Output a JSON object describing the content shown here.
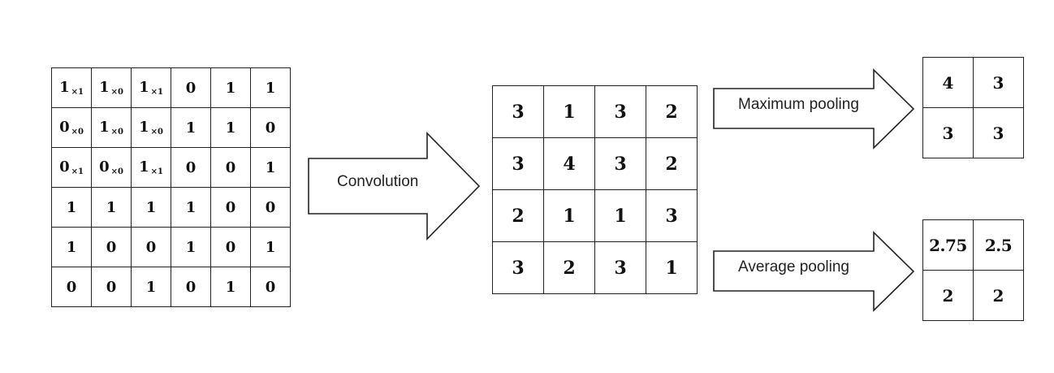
{
  "input_matrix": [
    [
      {
        "v": "1",
        "k": "×1"
      },
      {
        "v": "1",
        "k": "×0"
      },
      {
        "v": "1",
        "k": "×1"
      },
      {
        "v": "0"
      },
      {
        "v": "1"
      },
      {
        "v": "1"
      }
    ],
    [
      {
        "v": "0",
        "k": "×0"
      },
      {
        "v": "1",
        "k": "×0"
      },
      {
        "v": "1",
        "k": "×0"
      },
      {
        "v": "1"
      },
      {
        "v": "1"
      },
      {
        "v": "0"
      }
    ],
    [
      {
        "v": "0",
        "k": "×1"
      },
      {
        "v": "0",
        "k": "×0"
      },
      {
        "v": "1",
        "k": "×1"
      },
      {
        "v": "0"
      },
      {
        "v": "0"
      },
      {
        "v": "1"
      }
    ],
    [
      {
        "v": "1"
      },
      {
        "v": "1"
      },
      {
        "v": "1"
      },
      {
        "v": "1"
      },
      {
        "v": "0"
      },
      {
        "v": "0"
      }
    ],
    [
      {
        "v": "1"
      },
      {
        "v": "0"
      },
      {
        "v": "0"
      },
      {
        "v": "1"
      },
      {
        "v": "0"
      },
      {
        "v": "1"
      }
    ],
    [
      {
        "v": "0"
      },
      {
        "v": "0"
      },
      {
        "v": "1"
      },
      {
        "v": "0"
      },
      {
        "v": "1"
      },
      {
        "v": "0"
      }
    ]
  ],
  "convolution_label": "Convolution",
  "feature_map": [
    [
      "3",
      "1",
      "3",
      "2"
    ],
    [
      "3",
      "4",
      "3",
      "2"
    ],
    [
      "2",
      "1",
      "1",
      "3"
    ],
    [
      "3",
      "2",
      "3",
      "1"
    ]
  ],
  "max_pooling_label": "Maximum pooling",
  "max_pooled": [
    [
      "4",
      "3"
    ],
    [
      "3",
      "3"
    ]
  ],
  "avg_pooling_label": "Average pooling",
  "avg_pooled": [
    [
      "2.75",
      "2.5"
    ],
    [
      "2",
      "2"
    ]
  ]
}
